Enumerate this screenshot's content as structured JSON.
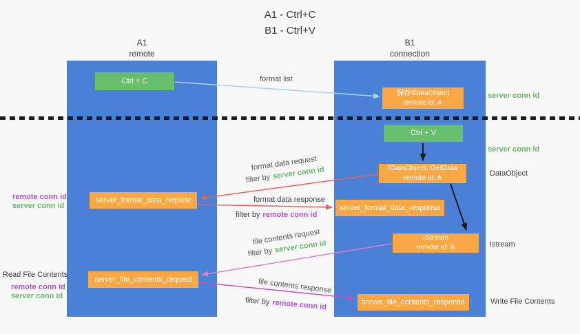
{
  "title": {
    "line1": "A1 - Ctrl+C",
    "line2": "B1 - Ctrl+V"
  },
  "lanes": {
    "left": {
      "name": "A1",
      "subtitle": "remote"
    },
    "right": {
      "name": "B1",
      "subtitle": "connection"
    }
  },
  "nodes": {
    "ctrl_c": {
      "label": "Ctrl + C"
    },
    "ctrl_v": {
      "label": "Ctrl + V"
    },
    "save_dataobject": {
      "line1": "保存IDataObject",
      "line2": "remote id: A"
    },
    "getdata": {
      "line1": "IDataObject::GetData",
      "line2": "remote id: A"
    },
    "istream": {
      "line1": "IStream",
      "line2": "remote id: A"
    },
    "format_request": {
      "label": "server_format_data_request"
    },
    "format_response": {
      "label": "server_format_data_response"
    },
    "file_request": {
      "label": "server_file_contents_request"
    },
    "file_response": {
      "label": "server_file_contents_response"
    }
  },
  "labels": {
    "format_list": "format list",
    "format_data_request": "format data request",
    "format_data_response": "format data response",
    "file_contents_request": "file contents request",
    "file_contents_response": "file contents response",
    "filter_by": "filter by",
    "server_conn_id": "server conn id",
    "remote_conn_id": "remote conn id",
    "dataobject": "DataObject",
    "istream": "Istream",
    "read_file_contents": "Read File Contents",
    "write_file_contents": "Write File Contents"
  },
  "colors": {
    "lane_blue": "#4a80d6",
    "node_green": "#67bf6b",
    "node_orange": "#f9a845",
    "arrow_blue": "#a9d4ef",
    "arrow_red": "#e8635c",
    "arrow_black": "#1b1b1b",
    "arrow_pink": "#dd7fd3",
    "arrow_magenta": "#cc4ec0",
    "text_green": "#66b966",
    "text_purple": "#b44fd0",
    "text_gray": "#555555"
  }
}
